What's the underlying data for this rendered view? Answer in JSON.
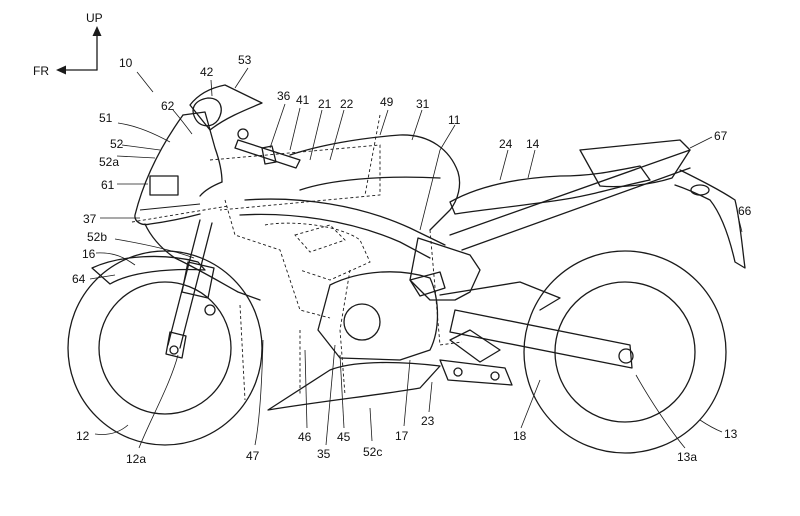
{
  "orientation": {
    "up": "UP",
    "front": "FR"
  },
  "labels": {
    "r10": "10",
    "r11": "11",
    "r12": "12",
    "r12a": "12a",
    "r13": "13",
    "r13a": "13a",
    "r14": "14",
    "r16": "16",
    "r17": "17",
    "r18": "18",
    "r21": "21",
    "r22": "22",
    "r23": "23",
    "r24": "24",
    "r31": "31",
    "r35": "35",
    "r36": "36",
    "r37": "37",
    "r41": "41",
    "r42": "42",
    "r45": "45",
    "r46": "46",
    "r47": "47",
    "r49": "49",
    "r51": "51",
    "r52": "52",
    "r52a": "52a",
    "r52b": "52b",
    "r52c": "52c",
    "r53": "53",
    "r61": "61",
    "r62": "62",
    "r64": "64",
    "r66": "66",
    "r67": "67"
  }
}
